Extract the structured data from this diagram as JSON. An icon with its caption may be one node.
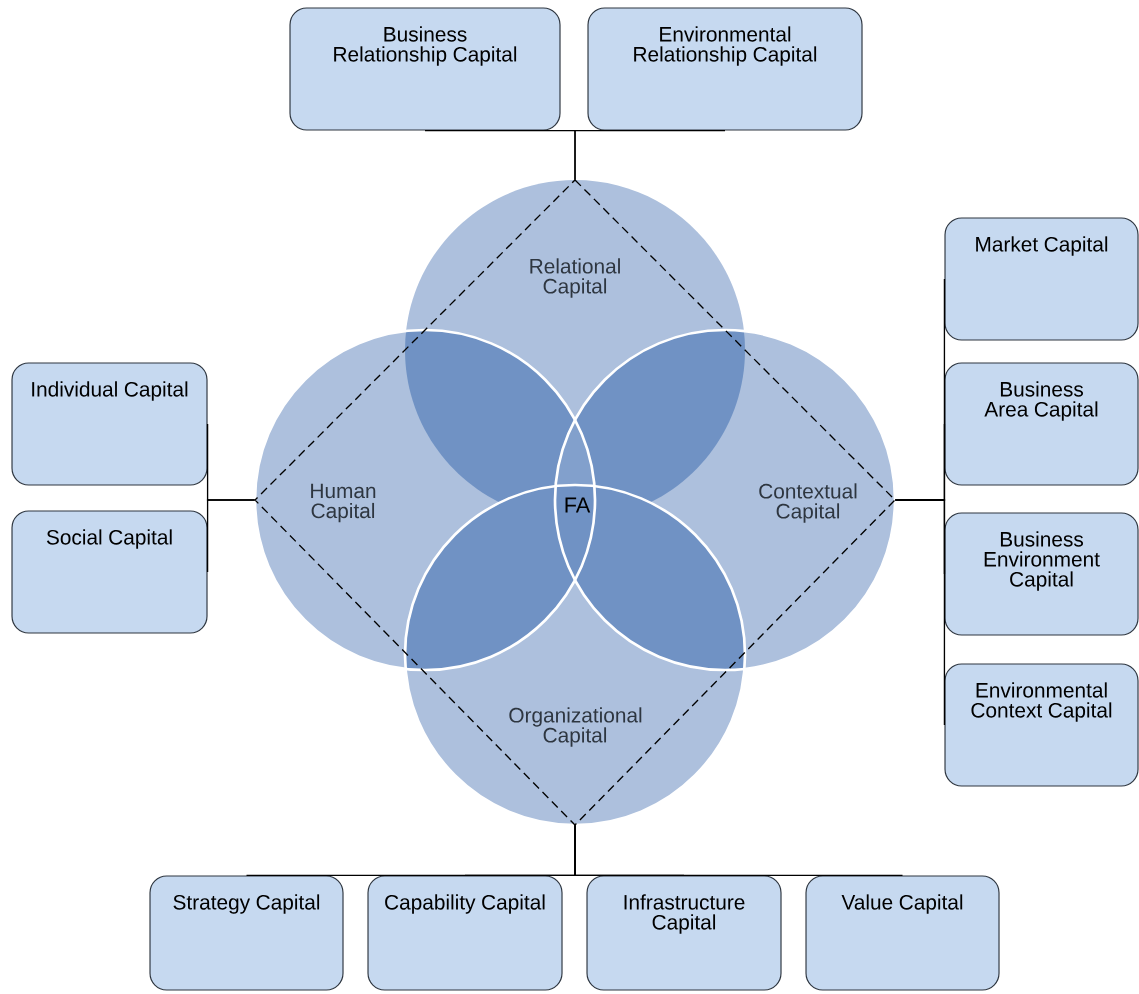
{
  "diagram": {
    "nodes": [
      {
        "text": [
          "Business Relationship Capital"
        ]
      },
      {
        "text": [
          "Environmental Relationship Capital"
        ]
      },
      {
        "text": [
          "Relational Capital"
        ]
      },
      {
        "text": [
          "Human Capital"
        ]
      },
      {
        "text": [
          "Contextual Capital"
        ]
      },
      {
        "text": [
          "Organizational Capital"
        ]
      },
      {
        "text": [
          "Individual Capital"
        ]
      },
      {
        "text": [
          "Social Capital"
        ]
      },
      {
        "text": [
          "Market Capital"
        ]
      },
      {
        "text": [
          "Business Area Capital"
        ]
      },
      {
        "text": [
          "Business Environment Capital"
        ]
      },
      {
        "text": [
          "Environmental Context Capital"
        ]
      },
      {
        "text": [
          "Strategy Capital"
        ]
      },
      {
        "text": [
          "Capability Capital"
        ]
      },
      {
        "text": [
          "Infrastructure Capital"
        ]
      },
      {
        "text": [
          "Value Capital"
        ]
      }
    ],
    "edges": [
      {
        "from": 2,
        "to": 0,
        "arrow": "none"
      },
      {
        "from": 2,
        "to": 1,
        "arrow": "none"
      },
      {
        "from": 3,
        "to": 6,
        "arrow": "none"
      },
      {
        "from": 3,
        "to": 7,
        "arrow": "none"
      },
      {
        "from": 4,
        "to": 8,
        "arrow": "none"
      },
      {
        "from": 4,
        "to": 9,
        "arrow": "none"
      },
      {
        "from": 4,
        "to": 10,
        "arrow": "none"
      },
      {
        "from": 4,
        "to": 11,
        "arrow": "none"
      },
      {
        "from": 5,
        "to": 12,
        "arrow": "none"
      },
      {
        "from": 5,
        "to": 13,
        "arrow": "none"
      },
      {
        "from": 5,
        "to": 14,
        "arrow": "none"
      },
      {
        "from": 5,
        "to": 15,
        "arrow": "none"
      }
    ],
    "labels": [
      "FA"
    ]
  }
}
